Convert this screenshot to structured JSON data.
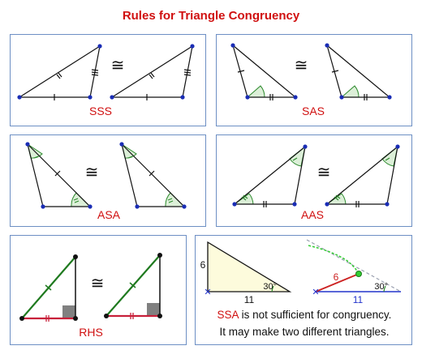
{
  "title": "Rules for Triangle Congruency",
  "congruent_symbol": "≅",
  "colors": {
    "accent_red": "#d01010",
    "panel_border": "#6d8fc4",
    "vertex_blue": "#1a2db5",
    "angle_green": "#2e8b2e",
    "angle_fill": "#dcefd8",
    "rhs_green": "#1f7a1f",
    "rhs_red": "#c8203a",
    "ssa_fill": "#fdfbdc",
    "ssa_blue": "#2233cc"
  },
  "rules": [
    {
      "id": "sss",
      "label": "SSS"
    },
    {
      "id": "sas",
      "label": "SAS"
    },
    {
      "id": "asa",
      "label": "ASA"
    },
    {
      "id": "aas",
      "label": "AAS"
    },
    {
      "id": "rhs",
      "label": "RHS"
    }
  ],
  "ssa": {
    "side_a": "6",
    "base": "11",
    "angle": "30°",
    "side_b": "6",
    "base_2": "11",
    "angle_2": "30°",
    "caption_keyword": "SSA",
    "caption_line1_rest": " is not sufficient for congruency.",
    "caption_line2": "It may make two different triangles."
  }
}
